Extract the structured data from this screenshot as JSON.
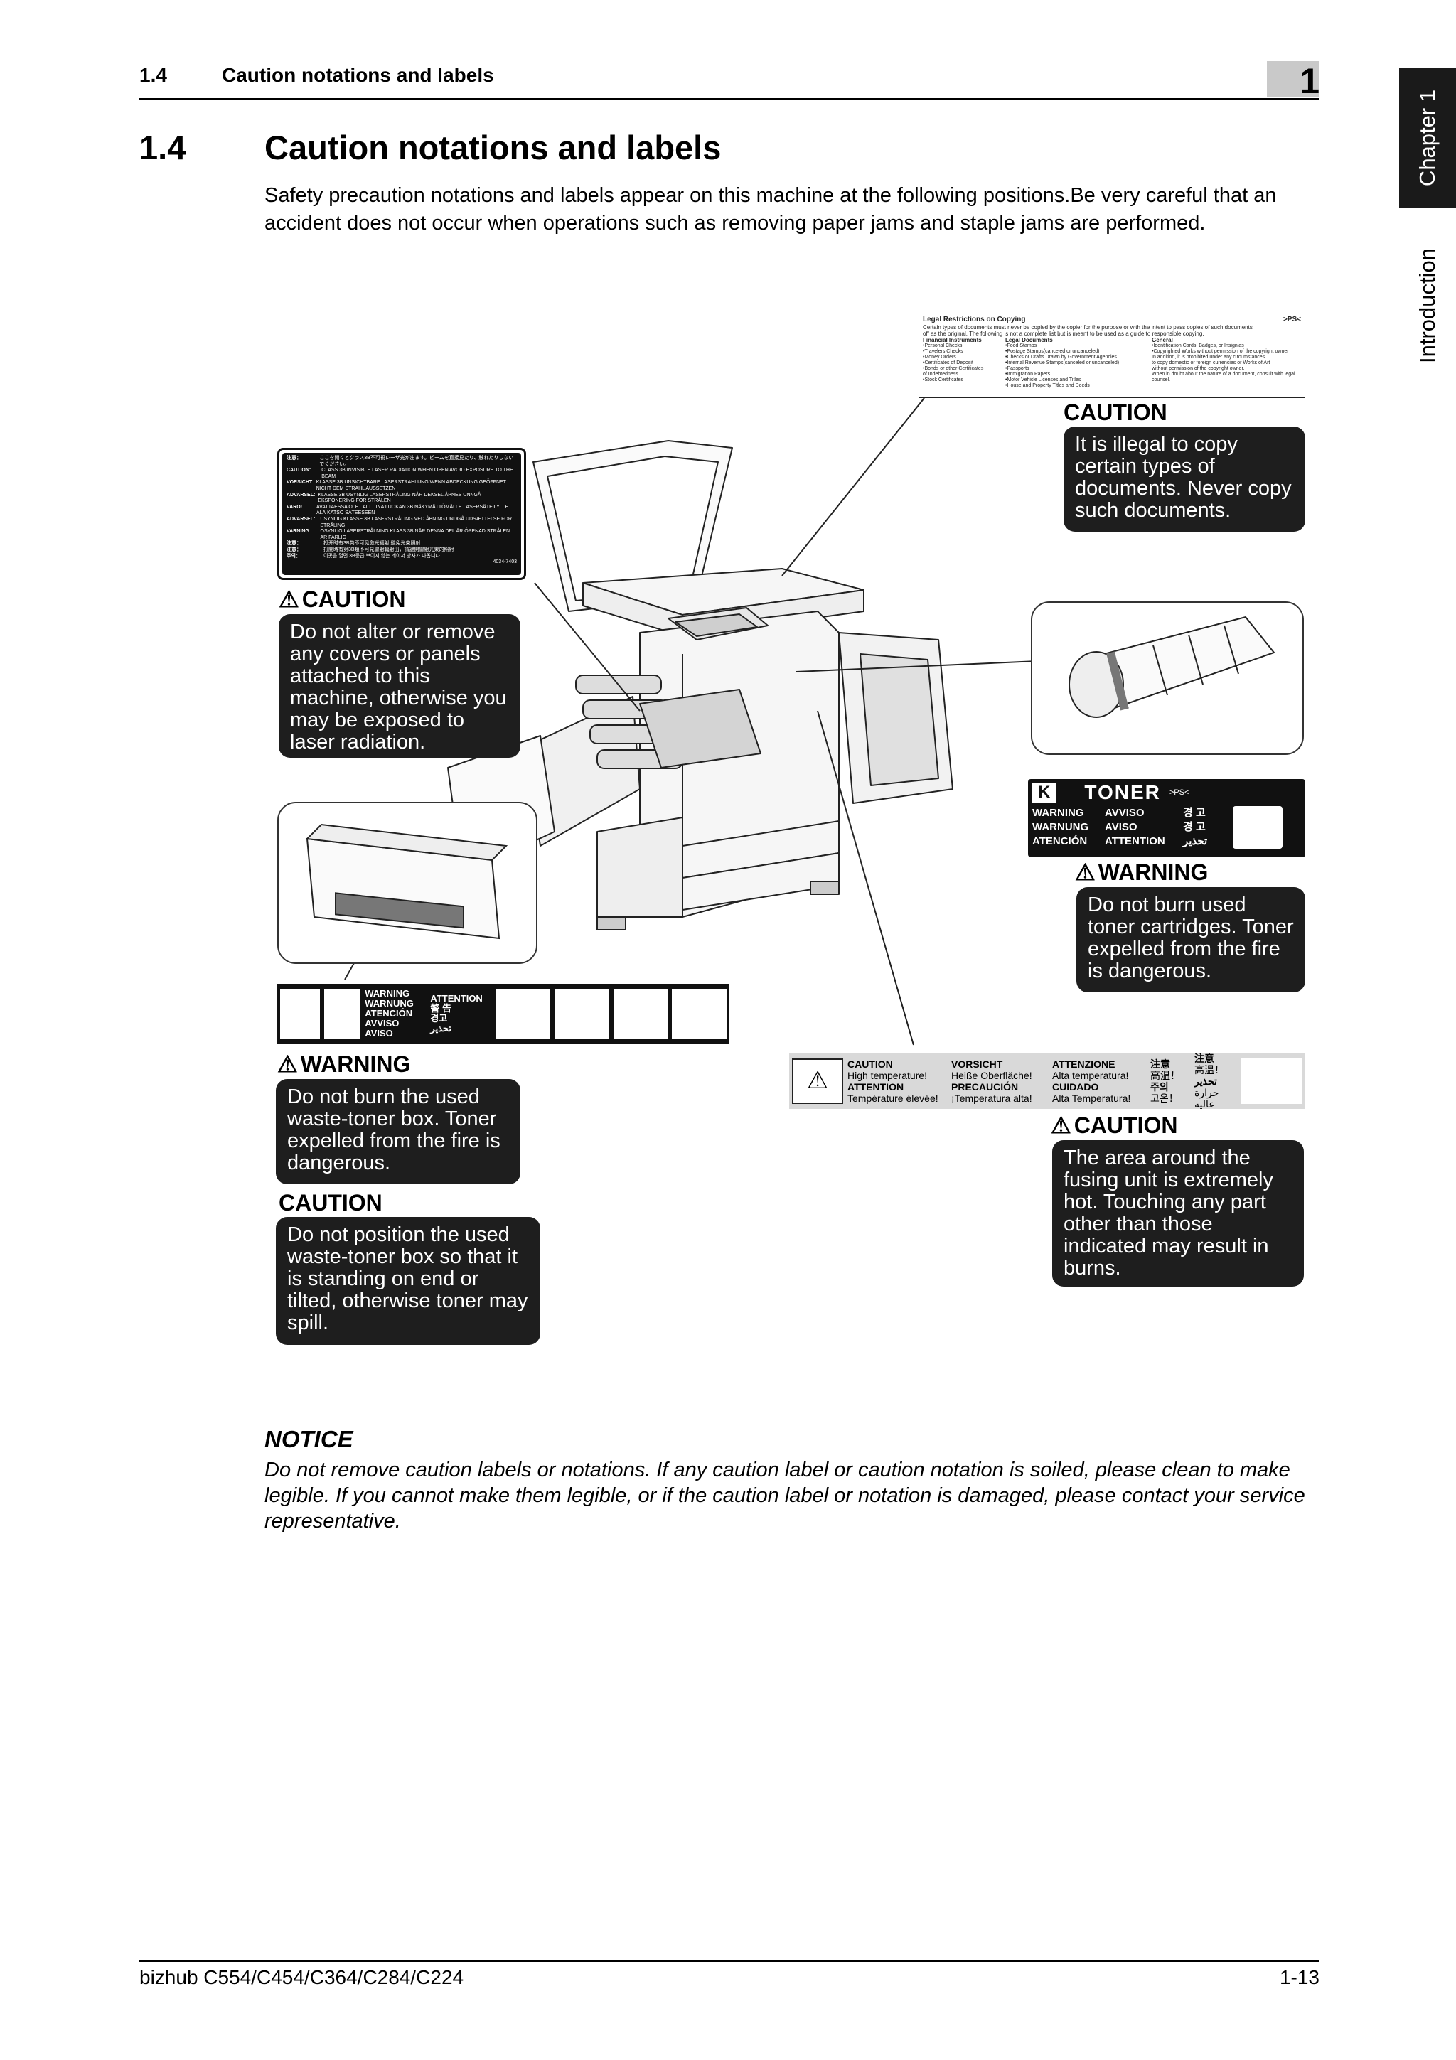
{
  "header": {
    "section_number": "1.4",
    "section_title": "Caution notations and labels",
    "chapter_number": "1"
  },
  "side_tabs": {
    "chapter": "Chapter 1",
    "introduction": "Introduction"
  },
  "section": {
    "number": "1.4",
    "title": "Caution notations and labels",
    "intro": "Safety precaution notations and labels appear on this machine at the following positions.Be very careful that an accident does not occur when operations such as removing paper jams and staple jams are performed."
  },
  "callouts": {
    "copy": {
      "caption": "CAUTION",
      "text": "It is illegal to copy certain types of documents. Never copy such documents."
    },
    "laser": {
      "caption": "CAUTION",
      "text": "Do not alter or remove any covers or panels attached to this machine, otherwise you may be exposed to laser radiation."
    },
    "toner": {
      "caption": "WARNING",
      "text": "Do not burn used toner cartridges. Toner expelled from the fire is dangerous."
    },
    "waste_burn": {
      "caption": "WARNING",
      "text": "Do not burn the used waste-toner box. Toner expelled from the fire is dangerous."
    },
    "waste_position": {
      "caption": "CAUTION",
      "text": "Do not position the used waste-toner box so that it is standing on end or tilted, otherwise toner may spill."
    },
    "fusing": {
      "caption": "CAUTION",
      "text": "The area around the fusing unit is extremely hot. Touching any part other than those indicated may result in burns."
    }
  },
  "labels": {
    "legal": {
      "title": "Legal Restrictions on Copying",
      "code": ">PS<",
      "line1": "Certain types of documents must never be copied by the copier for the purpose or with the intent to pass copies of such documents",
      "line2": "off as the original. The following is not a complete list but is meant to be used as a guide to responsible copying.",
      "col1_head": "Financial Instruments",
      "col2_head": "Legal Documents",
      "col3_head": "General",
      "col1": [
        "•Personal Checks",
        "•Travelers Checks",
        "•Money Orders",
        "•Certificates of Deposit",
        "•Bonds or other Certificates",
        "  of Indebtedness",
        "•Stock Certificates"
      ],
      "col2": [
        "•Food Stamps",
        "•Postage Stamps(canceled or uncanceled)",
        "•Checks or Drafts Drawn by Government Agencies",
        "•Internal Revenue Stamps(canceled or uncanceled)",
        "•Passports",
        "•Immigration Papers",
        "•Motor Vehicle Licenses and Titles",
        "•House and Property Titles and Deeds"
      ],
      "col3": [
        "•Identification Cards, Badges, or Insignias",
        "•Copyrighted Works without permission of the copyright owner",
        "",
        "In addition, it is prohibited under any circumstances",
        "to copy domestic or foreign currencies or Works of Art",
        "without permission of the copyright owner.",
        "",
        "When in doubt about the nature of a document, consult with legal counsel."
      ]
    },
    "laser": {
      "rows": [
        [
          "注意：",
          "ここを開くとクラス3B不可視レーザ光が出ます。ビームを直接見たり、触れたりしないでください。"
        ],
        [
          "CAUTION:",
          "CLASS 3B INVISIBLE LASER RADIATION WHEN OPEN AVOID EXPOSURE TO THE BEAM"
        ],
        [
          "VORSICHT:",
          "KLASSE 3B UNSICHTBARE LASERSTRAHLUNG WENN ABDECKUNG GEÖFFNET NICHT DEM STRAHL AUSSETZEN"
        ],
        [
          "ADVARSEL:",
          "KLASSE 3B USYNLIG LASERSTRÅLING NÅR DEKSEL ÅPNES UNNGÅ EKSPONERING FOR STRÅLEN"
        ],
        [
          "VARO!",
          "AVATTAESSA OLET ALTTIINA LUOKAN 3B NÄKYMÄTTÖMÄLLE LASERSÄTEILYLLE. ÄLÄ KATSO SÄTEESEEN"
        ],
        [
          "ADVARSEL:",
          "USYNLIG KLASSE 3B LASERSTRÅLING VED ÅBNING UNDGÅ UDSÆTTELSE FOR STRÅLING"
        ],
        [
          "VARNING:",
          "OSYNLIG LASERSTRÅLNING KLASS 3B NÄR DENNA DEL ÄR ÖPPNAD STRÅLEN ÄR FARLIG"
        ],
        [
          "注意：",
          "打开时有3B类不可见激光辐射 避免光束照射"
        ],
        [
          "注意：",
          "打開時有第3B類不可見雷射輻射出，請避開雷射光束的照射"
        ],
        [
          "주의：",
          "이곳을 열면 3B등급 보이지 않는 레이저 방사가 나옵니다."
        ]
      ],
      "code": "4034-7403"
    },
    "toner": {
      "code_letter": "K",
      "title": "TONER",
      "code": ">PS<",
      "rows": [
        [
          "WARNING",
          "AVVISO",
          "경 고"
        ],
        [
          "WARNUNG",
          "AVISO",
          "경 고"
        ],
        [
          "ATENCIÓN",
          "ATTENTION",
          "تحذير"
        ]
      ]
    },
    "waste": {
      "col1": [
        "WARNING",
        "WARNUNG",
        "ATENCIÓN",
        "AVVISO",
        "AVISO"
      ],
      "col2": [
        "ATTENTION",
        "警 告",
        "경고",
        "تحذير"
      ]
    },
    "fusing": {
      "groups": [
        [
          "CAUTION",
          "High temperature!",
          "ATTENTION",
          "Température élevée!"
        ],
        [
          "VORSICHT",
          "Heiße Oberfläche!",
          "PRECAUCIÓN",
          "¡Temperatura alta!"
        ],
        [
          "ATTENZIONE",
          "Alta temperatura!",
          "CUIDADO",
          "Alta Temperatura!"
        ],
        [
          "注意",
          "高温！",
          "주의",
          "고온！"
        ],
        [
          "注意",
          "高温！",
          "تحذير",
          "حرارة عالية"
        ]
      ]
    }
  },
  "notice": {
    "heading": "NOTICE",
    "text": "Do not remove caution labels or notations. If any caution label or caution notation is soiled, please clean to make legible. If you cannot make them legible, or if the caution label or notation is damaged, please contact your service representative."
  },
  "footer": {
    "model": "bizhub C554/C454/C364/C284/C224",
    "page": "1-13"
  }
}
